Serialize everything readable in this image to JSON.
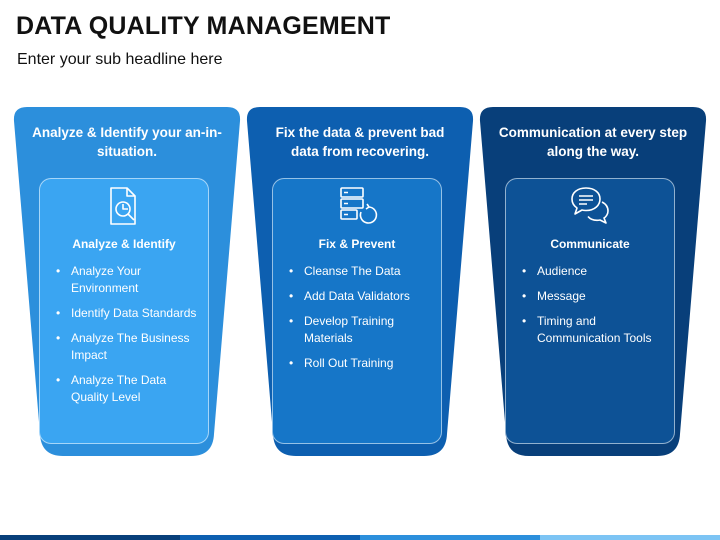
{
  "title": "DATA QUALITY MANAGEMENT",
  "subtitle": "Enter your sub headline here",
  "columns": [
    {
      "header": "Analyze & Identify your an-in-situation.",
      "icon": "document-search-icon",
      "card_title": "Analyze & Identify",
      "items": [
        "Analyze Your Environment",
        "Identify Data Standards",
        "Analyze The Business Impact",
        "Analyze The Data Quality Level"
      ],
      "colors": {
        "outer": "#2c8fdc",
        "inner": "#3aa5f2",
        "top": "#3ba3ec"
      }
    },
    {
      "header": "Fix the data & prevent bad data from recovering.",
      "icon": "database-refresh-icon",
      "card_title": "Fix & Prevent",
      "items": [
        "Cleanse The Data",
        "Add Data Validators",
        "Develop Training Materials",
        "Roll Out Training"
      ],
      "colors": {
        "outer": "#0d5fb0",
        "inner": "#1676c8",
        "top": "#1172c4"
      }
    },
    {
      "header": "Communication at every step along the way.",
      "icon": "chat-bubbles-icon",
      "card_title": "Communicate",
      "items": [
        "Audience",
        "Message",
        "Timing and Communication Tools"
      ],
      "colors": {
        "outer": "#083f7a",
        "inner": "#0d5296",
        "top": "#0b4b8c"
      }
    }
  ],
  "footer_colors": [
    "#083f7a",
    "#0d5fb0",
    "#2c8fdc",
    "#7cc4f4"
  ]
}
